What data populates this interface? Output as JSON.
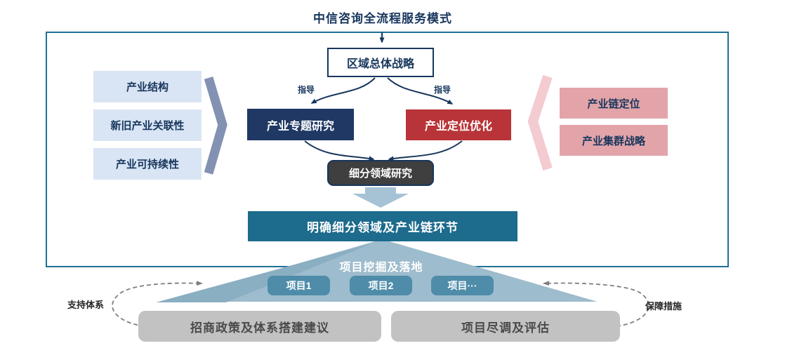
{
  "title": "中信咨询全流程服务模式",
  "flow": {
    "strategy": "区域总体战略",
    "guide_left": "指导",
    "guide_right": "指导",
    "topic_research": "产业专题研究",
    "positioning_optimization": "产业定位优化",
    "segment_research": "细分领域研究",
    "clarify": "明确细分领域及产业链环节"
  },
  "left_factors": [
    "产业结构",
    "新旧产业关联性",
    "产业可持续性"
  ],
  "right_factors": [
    "产业链定位",
    "产业集群战略"
  ],
  "projects": {
    "label": "项目挖掘及落地",
    "items": [
      "项目1",
      "项目2",
      "项目···"
    ]
  },
  "bottom": {
    "support_label": "支持体系",
    "guarantee_label": "保障措施",
    "left_box": "招商政策及体系搭建建议",
    "right_box": "项目尽调及评估"
  },
  "colors": {
    "outer_border": "#1F7096",
    "navy": "#17365D",
    "navy_box": "#1F3864",
    "red_box": "#B93438",
    "light_blue_box": "#D9E5F4",
    "left_chevron": "#8392B3",
    "right_chevron": "#F3CBD0",
    "pink_box": "#E2A4A9",
    "dark_box": "#3F3F3F",
    "teal_box": "#1D6B8D",
    "block_arrow": "#A6C3D6",
    "funnel_triangle": "#9DBCCD",
    "project_box": "#4E8CA9",
    "gray_box": "#C2C2C2",
    "dashed_arrow": "#7F7F7F"
  }
}
